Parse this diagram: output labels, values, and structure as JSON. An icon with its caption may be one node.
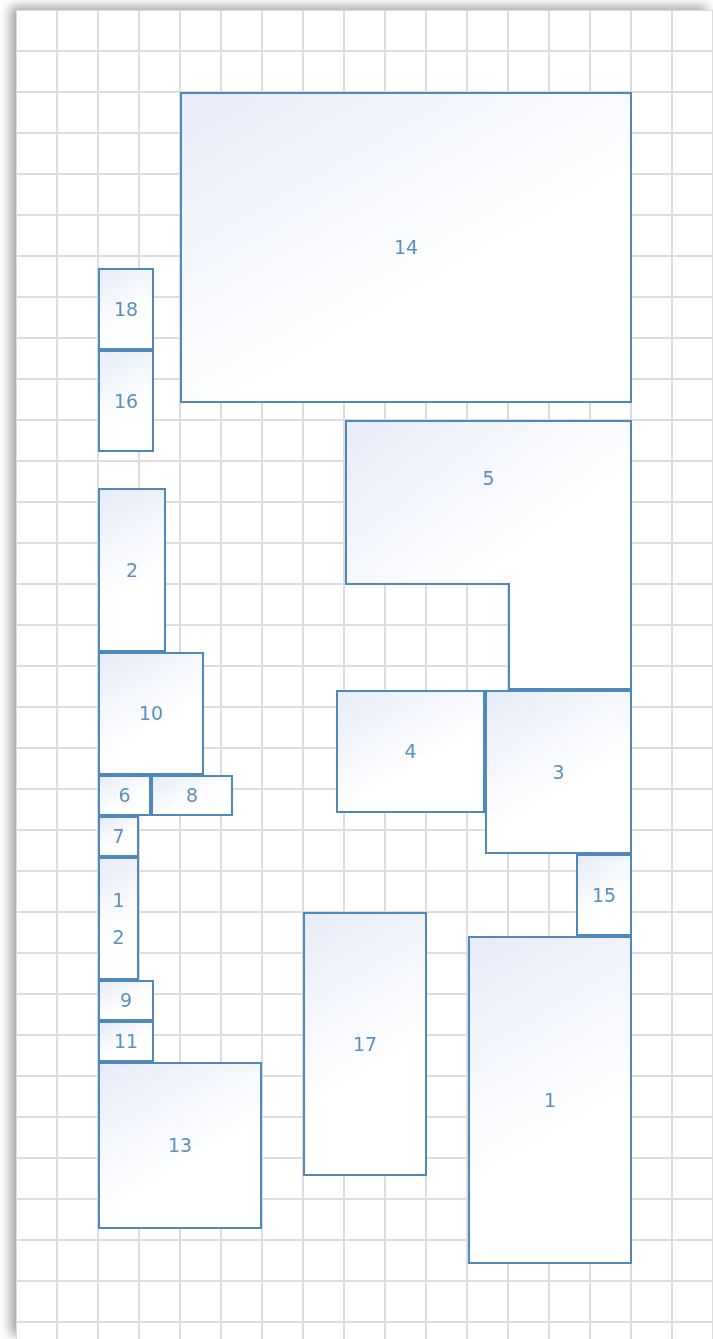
{
  "diagram": {
    "nodes": [
      {
        "text": [
          "14"
        ]
      },
      {
        "text": [
          "18"
        ]
      },
      {
        "text": [
          "16"
        ]
      },
      {
        "text": [
          "5"
        ]
      },
      {
        "text": [
          "2"
        ]
      },
      {
        "text": [
          "10"
        ]
      },
      {
        "text": [
          "4"
        ]
      },
      {
        "text": [
          "3"
        ]
      },
      {
        "text": [
          "6"
        ]
      },
      {
        "text": [
          "8"
        ]
      },
      {
        "text": [
          "7"
        ]
      },
      {
        "text": [
          "15"
        ]
      },
      {
        "text": [
          "12"
        ]
      },
      {
        "text": [
          "17"
        ]
      },
      {
        "text": [
          "1"
        ]
      },
      {
        "text": [
          "9"
        ]
      },
      {
        "text": [
          "11"
        ]
      },
      {
        "text": [
          "13"
        ]
      }
    ]
  }
}
